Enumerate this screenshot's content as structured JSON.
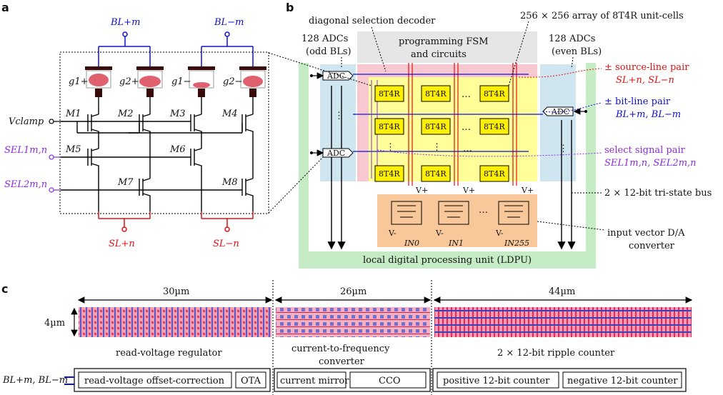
{
  "panels": {
    "a": "a",
    "b": "b",
    "c": "c"
  },
  "a": {
    "bl_plus": "BL+m",
    "bl_minus": "BL−m",
    "g_labels": [
      "g1+",
      "g2+",
      "g1−",
      "g2−"
    ],
    "vclamp": "Vclamp",
    "transistors": [
      "M1",
      "M2",
      "M3",
      "M4",
      "M5",
      "M6",
      "M7",
      "M8"
    ],
    "sel1": "SEL1m,n",
    "sel2": "SEL2m,n",
    "sl_plus": "SL+n",
    "sl_minus": "SL−n"
  },
  "b": {
    "diag_decoder": "diagonal selection decoder",
    "array_label": "256 × 256 array of 8T4R unit-cells",
    "adc_odd": "128 ADCs",
    "adc_odd_sub": "(odd BLs)",
    "adc_even": "128 ADCs",
    "adc_even_sub": "(even BLs)",
    "fsm_1": "programming FSM",
    "fsm_2": "and circuits",
    "adc": "ADC",
    "cell": "8T4R",
    "ellipsis": "…",
    "vdots": "⋮",
    "vplus": "V+",
    "vminus": "V-",
    "inputs": [
      "IN0",
      "IN1",
      "IN255"
    ],
    "sl_pair_1": "± source-line pair",
    "sl_pair_2": "SL+n, SL−n",
    "bl_pair_1": "± bit-line pair",
    "bl_pair_2": "BL+m, BL−m",
    "sel_pair_1": "select signal pair",
    "sel_pair_2": "SEL1m,n, SEL2m,n",
    "bus": "2 × 12-bit tri-state bus",
    "dac_1": "input vector D/A",
    "dac_2": "converter",
    "ldpu": "local digital processing unit (LDPU)"
  },
  "c": {
    "widths": [
      "30µm",
      "26µm",
      "44µm"
    ],
    "height": "4µm",
    "sections": [
      "read-voltage regulator",
      "current-to-frequency",
      "converter",
      "2 ×  12-bit ripple counter"
    ],
    "bl_label": "BL+m, BL−m",
    "blocks": [
      "read-voltage offset-correction",
      "OTA",
      "current mirror",
      "CCO",
      "positive 12-bit counter",
      "negative 12-bit counter"
    ]
  },
  "colors": {
    "red": "#e01010",
    "blue": "#1010d0",
    "purple": "#8a2be2",
    "green": "#9fe09f",
    "yellow": "#ffff99",
    "pink": "#f8c8d0",
    "lightblue": "#cfe6f0",
    "orange": "#f9c89a",
    "gray": "#e6e6e6"
  }
}
